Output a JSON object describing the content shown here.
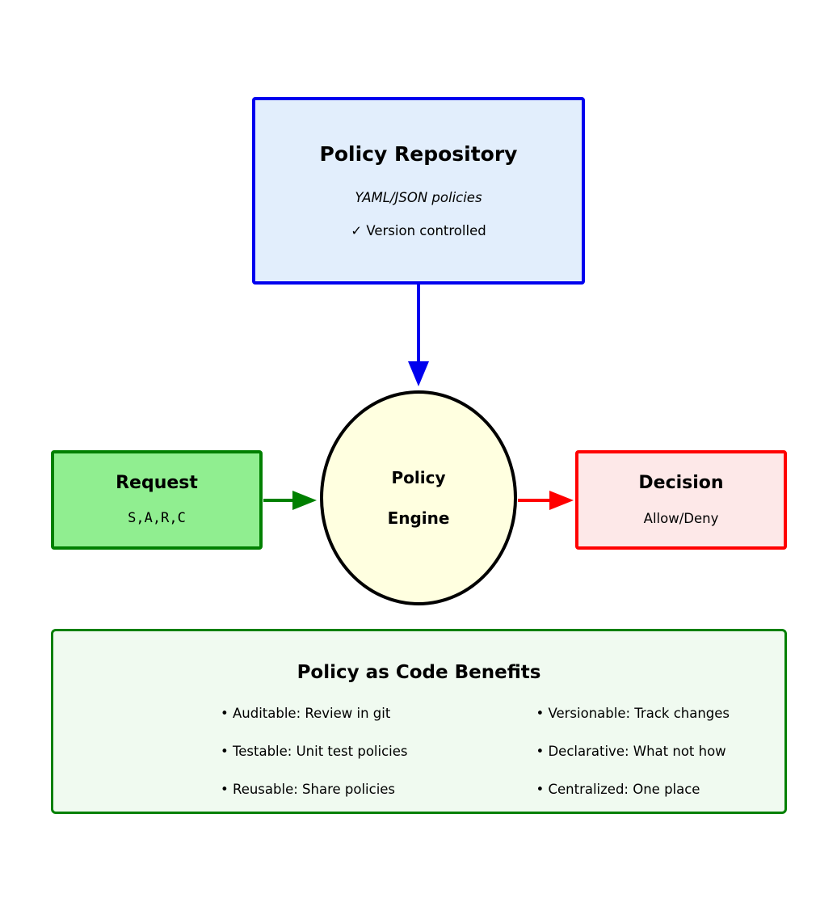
{
  "diagram": {
    "repository": {
      "title": "Policy Repository",
      "formats": "YAML/JSON policies",
      "version_controlled": "✓ Version controlled",
      "border_color": "#0000EE",
      "fill_color": "#E2EEFC"
    },
    "request": {
      "title": "Request",
      "subtitle": "S,A,R,C",
      "border_color": "#008000",
      "fill_color": "#90EE90"
    },
    "engine": {
      "line1": "Policy",
      "line2": "Engine",
      "border_color": "#000000",
      "fill_color": "#FFFFE0"
    },
    "decision": {
      "title": "Decision",
      "subtitle": "Allow/Deny",
      "border_color": "#FF0000",
      "fill_color": "#FDE8E8"
    },
    "arrows": [
      {
        "name": "repository-to-engine",
        "color": "#0000EE",
        "direction": "down"
      },
      {
        "name": "request-to-engine",
        "color": "#008000",
        "direction": "right"
      },
      {
        "name": "engine-to-decision",
        "color": "#FF0000",
        "direction": "right"
      }
    ],
    "benefits": {
      "title": "Policy as Code Benefits",
      "border_color": "#008000",
      "fill_color": "#F0FAF0",
      "left_column": [
        "• Auditable: Review in git",
        "• Testable: Unit test policies",
        "• Reusable: Share policies"
      ],
      "right_column": [
        "• Versionable: Track changes",
        "• Declarative: What not how",
        "• Centralized: One place"
      ]
    }
  }
}
